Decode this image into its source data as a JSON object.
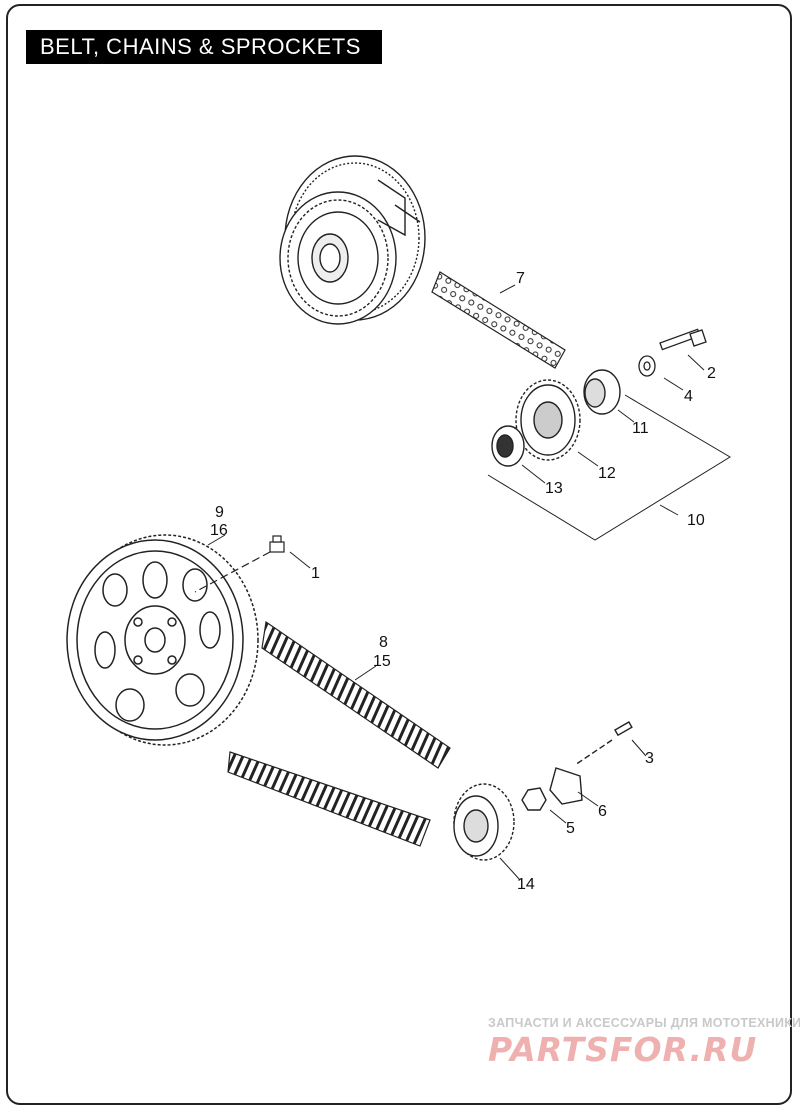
{
  "title": "BELT, CHAINS & SPROCKETS",
  "callouts": {
    "c1": "1",
    "c2": "2",
    "c3": "3",
    "c4": "4",
    "c5": "5",
    "c6": "6",
    "c7": "7",
    "c8": "8",
    "c9": "9",
    "c10": "10",
    "c11": "11",
    "c12": "12",
    "c13": "13",
    "c14": "14",
    "c15": "15",
    "c16": "16"
  },
  "watermark": {
    "tagline": "ЗАПЧАСТИ И АКСЕССУАРЫ ДЛЯ МОТОТЕХНИКИ",
    "brand": "PARTSFOR.RU"
  }
}
